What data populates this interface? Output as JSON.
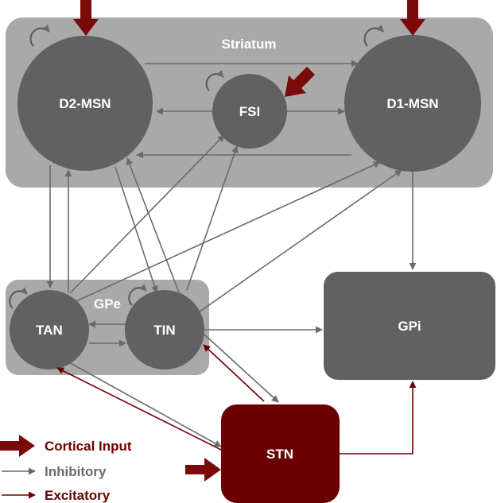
{
  "regions": {
    "striatum": "Striatum",
    "gpe": "GPe"
  },
  "nodes": {
    "d2_msn": "D2-MSN",
    "fsi": "FSI",
    "d1_msn": "D1-MSN",
    "tan": "TAN",
    "tin": "TIN",
    "gpi": "GPi",
    "stn": "STN"
  },
  "legend": {
    "cortical_input": "Cortical Input",
    "inhibitory": "Inhibitory",
    "excitatory": "Excitatory"
  },
  "colors": {
    "inhibitory": "#6a6a6a",
    "excitatory": "#6b0000",
    "cortical": "#7a0a0a",
    "region_fill": "#a9a9a9",
    "node_fill": "#616161"
  }
}
